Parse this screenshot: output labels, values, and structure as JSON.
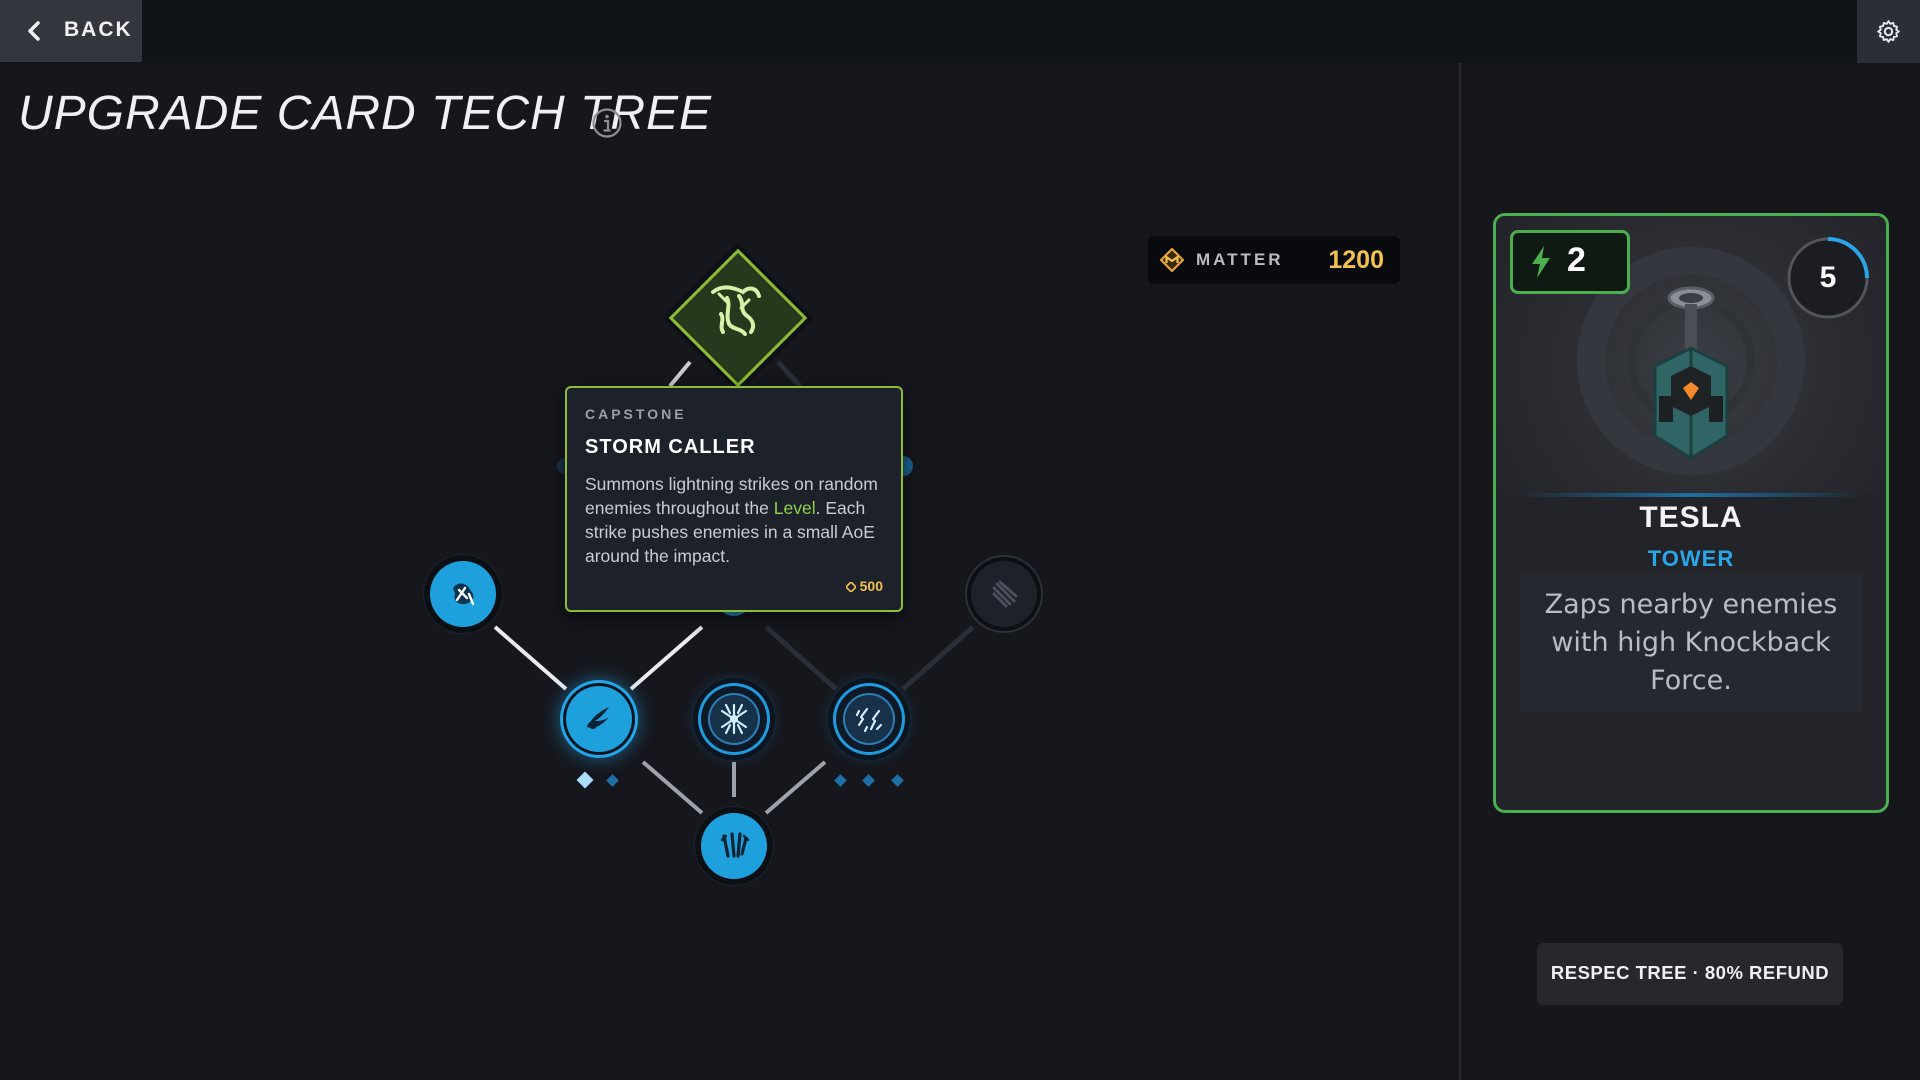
{
  "topbar": {
    "back_label": "BACK"
  },
  "page": {
    "title": "UPGRADE CARD TECH TREE"
  },
  "currency": {
    "label": "MATTER",
    "value": "1200",
    "color": "#f2c14e"
  },
  "tree": {
    "capstone": {
      "icon": "storm-caller-icon",
      "color": "#8dbd35"
    },
    "nodes": [
      {
        "id": "left-outer",
        "icon": "fist-crack-icon",
        "state": "unlocked"
      },
      {
        "id": "right-outer",
        "icon": "slash-marks-icon",
        "state": "locked"
      },
      {
        "id": "mid-left",
        "icon": "feather-comet-icon",
        "state": "selected",
        "ranks": 2,
        "ranks_filled": 1
      },
      {
        "id": "mid-center",
        "icon": "spark-burst-icon",
        "state": "available"
      },
      {
        "id": "mid-right",
        "icon": "scatter-bolts-icon",
        "state": "available",
        "ranks": 3,
        "ranks_filled": 0
      },
      {
        "id": "root",
        "icon": "claw-marks-icon",
        "state": "unlocked"
      }
    ]
  },
  "tooltip": {
    "category": "CAPSTONE",
    "name": "STORM CALLER",
    "desc_before": "Summons lightning strikes on random enemies throughout the ",
    "desc_keyword": "Level",
    "desc_after": ". Each strike pushes enemies in a small AoE around the impact.",
    "cost": "500",
    "keyword_color": "#8fd14f"
  },
  "card": {
    "energy": "2",
    "level": "5",
    "name": "TESLA",
    "type": "TOWER",
    "description": "Zaps nearby enemies with high Knockback Force.",
    "border_color": "#4cae4f",
    "type_color": "#2aa6e8"
  },
  "actions": {
    "respec_label": "RESPEC TREE · 80% REFUND"
  }
}
